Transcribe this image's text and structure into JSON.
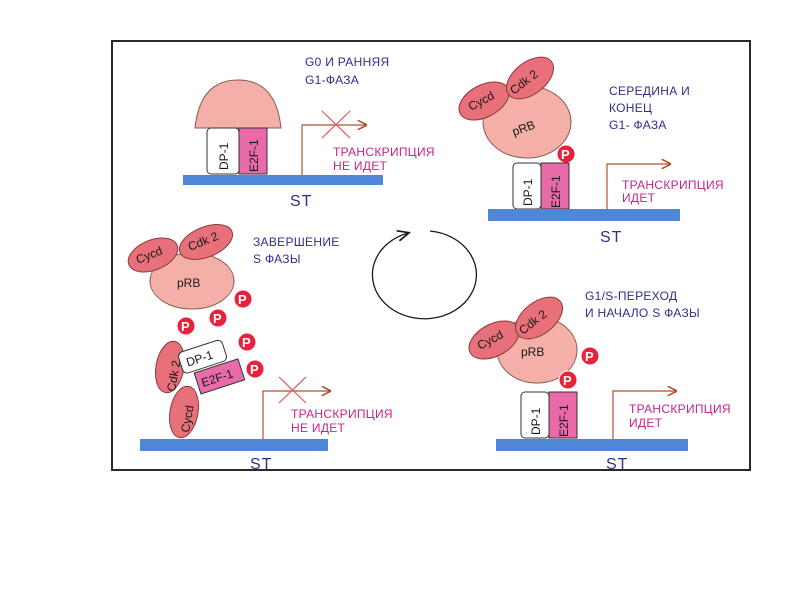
{
  "colors": {
    "dna_bar": "#4f87d6",
    "prb": "#f4b0a8",
    "cycd_cdk": "#e8707a",
    "e2f1": "#e96aa8",
    "dp1": "#ffffff",
    "phosphate": "#e8223a",
    "arrow": "#b0522a",
    "cross": "#e85550",
    "label_blue": "#2c2f8f",
    "label_magenta": "#cc2288"
  },
  "panel1": {
    "title_line1": "G0 И РАННЯЯ",
    "title_line2": "G1-ФАЗА",
    "dp1": "DP-1",
    "e2f1": "E2F-1",
    "status_line1": "ТРАНСКРИПЦИЯ",
    "status_line2": "НЕ ИДЕТ",
    "site": "ST"
  },
  "panel2": {
    "title_line1": "СЕРЕДИНА И",
    "title_line2": "КОНЕЦ",
    "title_line3": "G1- ФАЗА",
    "cycd": "Cycd",
    "cdk2": "Cdk 2",
    "prb": "pRB",
    "p": "P",
    "dp1": "DP-1",
    "e2f1": "E2F-1",
    "status_line1": "ТРАНСКРИПЦИЯ",
    "status_line2": "ИДЕТ",
    "site": "ST"
  },
  "panel3": {
    "title_line1": "G1/S-ПЕРЕХОД",
    "title_line2": "И  НАЧАЛО S ФАЗЫ",
    "cycd": "Cycd",
    "cdk2": "Cdk 2",
    "prb": "pRB",
    "p": "P",
    "dp1": "DP-1",
    "e2f1": "E2F-1",
    "status_line1": "ТРАНСКРИПЦИЯ",
    "status_line2": "ИДЕТ",
    "site": "ST"
  },
  "panel4": {
    "title_line1": "ЗАВЕРШЕНИЕ",
    "title_line2": "S ФАЗЫ",
    "cycd": "Cycd",
    "cdk2": "Cdk 2",
    "prb": "pRB",
    "p": "P",
    "cycd2": "Cycd",
    "cdk2_2": "Cdk 2",
    "dp1": "DP-1",
    "e2f1": "E2F-1",
    "status_line1": "ТРАНСКРИПЦИЯ",
    "status_line2": "НЕ ИДЕТ",
    "site": "ST"
  }
}
